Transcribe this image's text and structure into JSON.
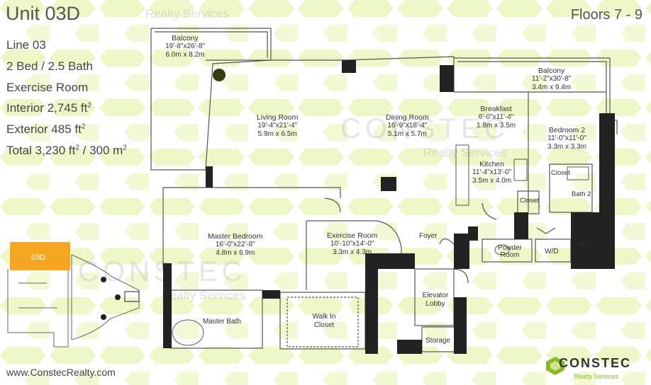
{
  "header": {
    "unit_title": "Unit 03D",
    "floors": "Floors 7 - 9",
    "watermark_top": "Realty Services"
  },
  "specs": {
    "line": "Line 03",
    "beds_baths": "2 Bed / 2.5 Bath",
    "extra_room": "Exercise Room",
    "interior": "Interior 2,745 ft",
    "exterior": "Exterior 485 ft",
    "total_prefix": "Total 3,230 ft",
    "total_metric": " / 300 m",
    "sup": "2"
  },
  "rooms": {
    "balcony_left": {
      "name": "Balcony",
      "imperial": "19'-8\"x26'-8\"",
      "metric": "6.0m x 8.2m"
    },
    "living": {
      "name": "Living Room",
      "imperial": "19'-4\"x21'-4\"",
      "metric": "5.9m x 6.5m"
    },
    "dining": {
      "name": "Dining Room",
      "imperial": "16'-9\"x18'-4\"",
      "metric": "5.1m x 5.7m"
    },
    "balcony_right": {
      "name": "Balcony",
      "imperial": "11'-2\"x30'-8\"",
      "metric": "3.4m x 9.4m"
    },
    "breakfast": {
      "name": "Breakfast",
      "imperial": "6'-0\"x11'-4\"",
      "metric": "1.8m x 3.5m"
    },
    "bedroom2": {
      "name": "Bedroom 2",
      "imperial": "11'-0\"x11'-0\"",
      "metric": "3.3m x 3.3m"
    },
    "kitchen": {
      "name": "Kitchen",
      "imperial": "11'-4\"x13'-0\"",
      "metric": "3.5m x 4.0m"
    },
    "closet": "Closet",
    "closet2": "Closet",
    "bath2": "Bath 2",
    "master_bedroom": {
      "name": "Master Bedroom",
      "imperial": "16'-0\"x22'-8\"",
      "metric": "4.8m x 6.9m"
    },
    "exercise": {
      "name": "Exercise Room",
      "imperial": "10'-10\"x14'-0\"",
      "metric": "3.3m x 4.3m"
    },
    "foyer": "Foyer",
    "powder": "Powder Room",
    "wd": "W/D",
    "ac": "A/C",
    "elevator": "Elevator Lobby",
    "storage": "Storage",
    "master_bath": "Master Bath",
    "walk_in": "Walk In Closet"
  },
  "keyplan": {
    "highlight_label": "03D",
    "highlight_color": "#f5a623"
  },
  "watermarks": {
    "brand": "CONSTEC",
    "sub": "Realty Services"
  },
  "footer": {
    "website": "www.ConstecRealty.com"
  },
  "logo": {
    "name": "CONSTEC",
    "sub": "Realty Services",
    "color": "#8ab828"
  },
  "colors": {
    "pattern": "#eaf5c0",
    "wall": "#1a1a1a",
    "accent": "#f5a623"
  }
}
